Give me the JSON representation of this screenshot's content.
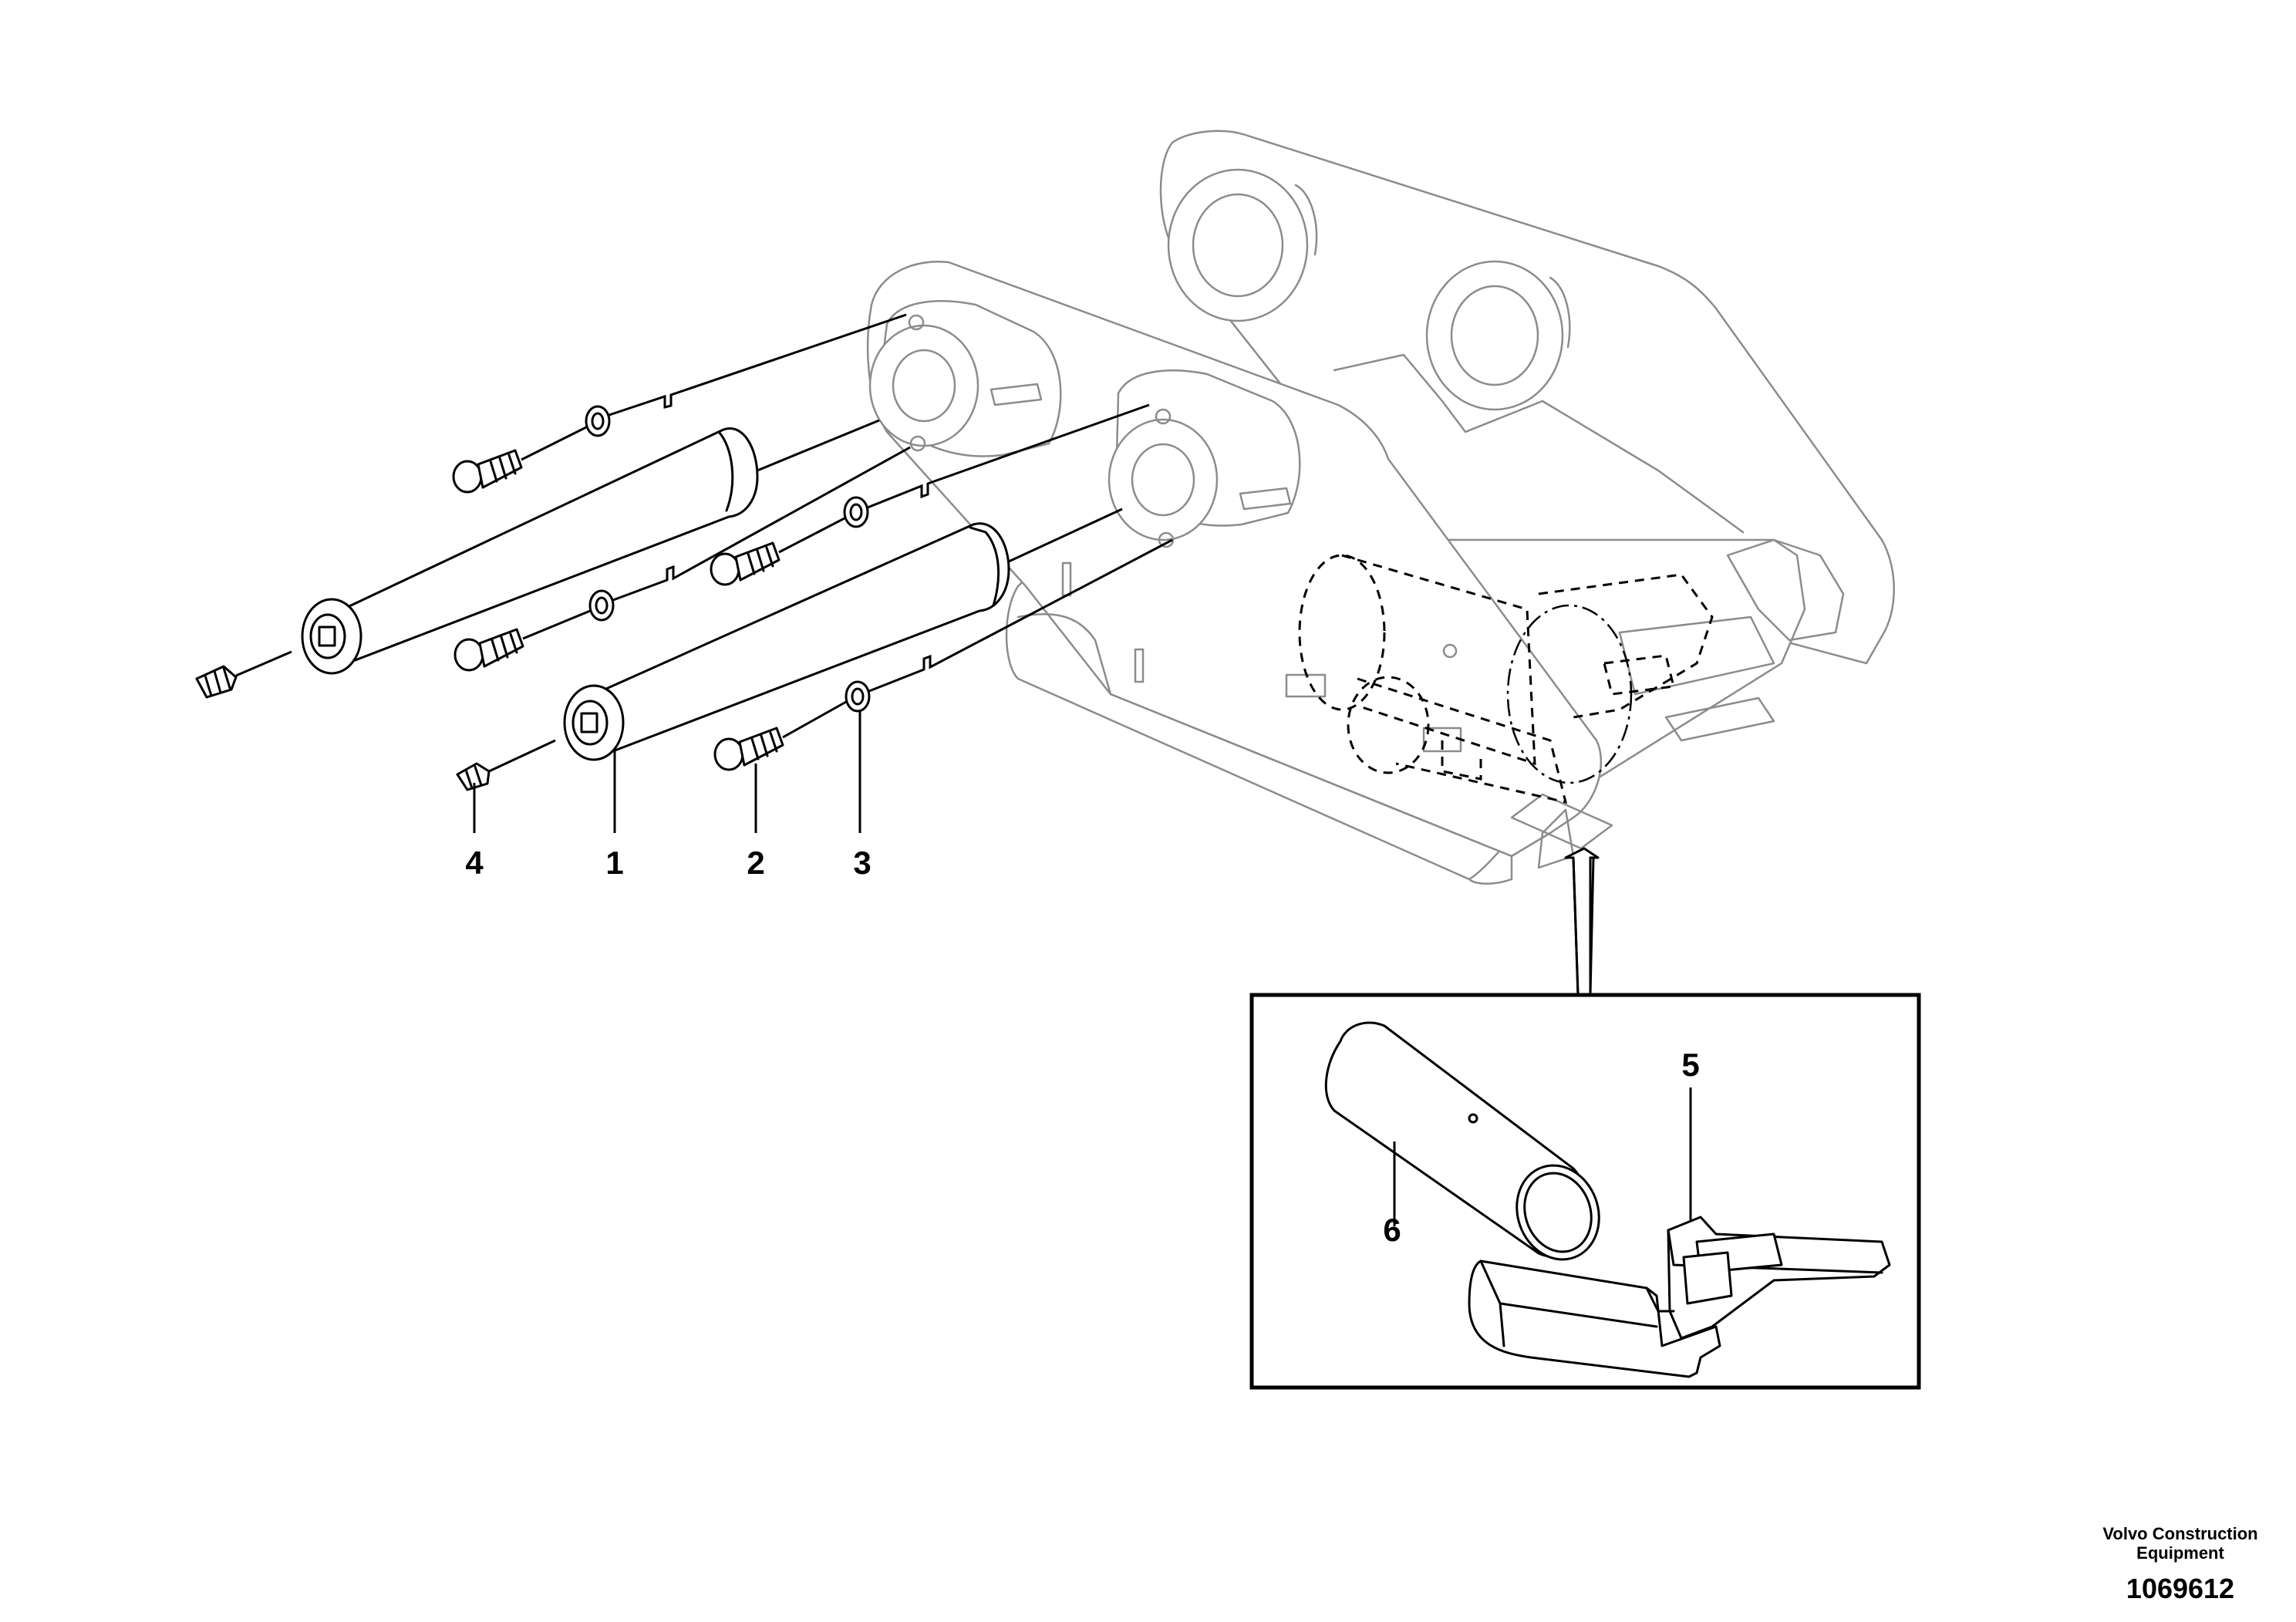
{
  "callouts": {
    "c1": "1",
    "c2": "2",
    "c3": "3",
    "c4": "4",
    "c5": "5",
    "c6": "6"
  },
  "publisher": {
    "line1": "Volvo Construction",
    "line2": "Equipment"
  },
  "document_number": "1069612",
  "colors": {
    "line": "#000000",
    "ghost": "#8c8c8c",
    "background": "#ffffff"
  }
}
